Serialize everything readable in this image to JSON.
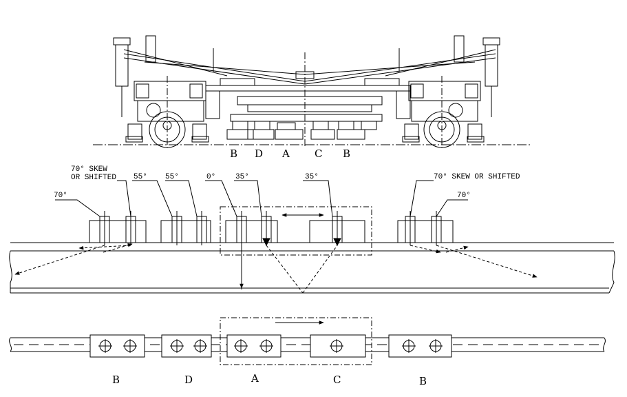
{
  "carriage": {
    "letters": [
      "B",
      "D",
      "A",
      "C",
      "B"
    ]
  },
  "side_view": {
    "angle_labels": {
      "left_skew_line1": "70° SKEW",
      "left_skew_line2": "OR SHIFTED",
      "left_70": "70°",
      "p55a": "55°",
      "p55b": "55°",
      "p0": "0°",
      "p35a": "35°",
      "p35b": "35°",
      "right_skew": "70° SKEW OR SHIFTED",
      "right_70": "70°"
    }
  },
  "top_view": {
    "letters": [
      "B",
      "D",
      "A",
      "C",
      "B"
    ]
  },
  "colors": {
    "line": "#000000",
    "background": "#ffffff"
  }
}
